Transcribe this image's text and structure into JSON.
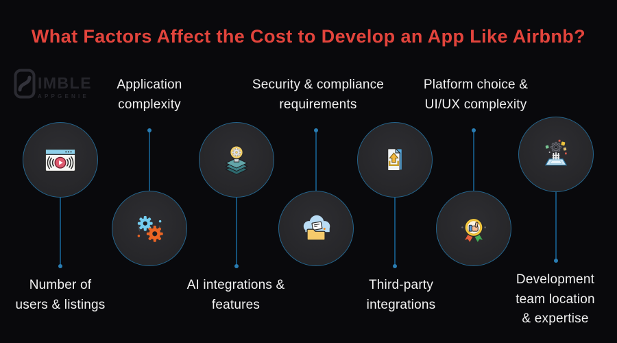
{
  "title": "What Factors Affect the Cost to Develop an App Like Airbnb?",
  "logo": {
    "icon": "nimble-shield-icon",
    "text": "IMBLE",
    "subtext": "APPGENIE"
  },
  "colors": {
    "background": "#09090c",
    "title": "#e2443c",
    "label_text": "#f2f2f2",
    "circle_border": "#24648c",
    "connector": "#14517a",
    "connector_dot": "#2a7db3"
  },
  "factors": [
    {
      "label": "Number of\nusers & listings",
      "icon": "browser-video-icon",
      "label_position": "below"
    },
    {
      "label": "Application\ncomplexity",
      "icon": "gears-icon",
      "label_position": "above"
    },
    {
      "label": "AI integrations &\nfeatures",
      "icon": "idea-layers-icon",
      "label_position": "below"
    },
    {
      "label": "Security & compliance\nrequirements",
      "icon": "cloud-folder-icon",
      "label_position": "above"
    },
    {
      "label": "Third-party\nintegrations",
      "icon": "document-upload-icon",
      "label_position": "below"
    },
    {
      "label": "Platform choice &\nUI/UX complexity",
      "icon": "badge-thumbs-up-icon",
      "label_position": "above"
    },
    {
      "label": "Development\nteam location\n& expertise",
      "icon": "platform-launch-icon",
      "label_position": "below"
    }
  ]
}
